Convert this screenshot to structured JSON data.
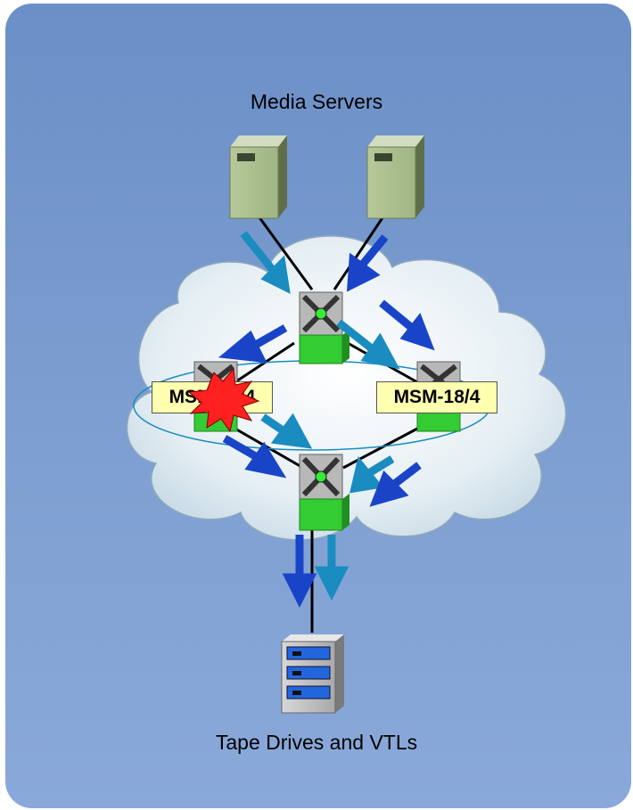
{
  "diagram": {
    "top_label": "Media Servers",
    "bottom_label": "Tape Drives and VTLs",
    "msm_left_label": "MSM-18/4",
    "msm_right_label": "MSM-18/4"
  },
  "colors": {
    "background": "#7b9dd0",
    "cloud": "#e4eef4",
    "switch_base": "#33cc33",
    "arrow_dark": "#1a44c8",
    "arrow_light": "#1a8cc0",
    "failure_burst": "#ff2020",
    "label_fill": "#ffffb0"
  },
  "icons": [
    "server-icon",
    "switch-icon",
    "tape-library-icon",
    "failure-burst-icon"
  ]
}
